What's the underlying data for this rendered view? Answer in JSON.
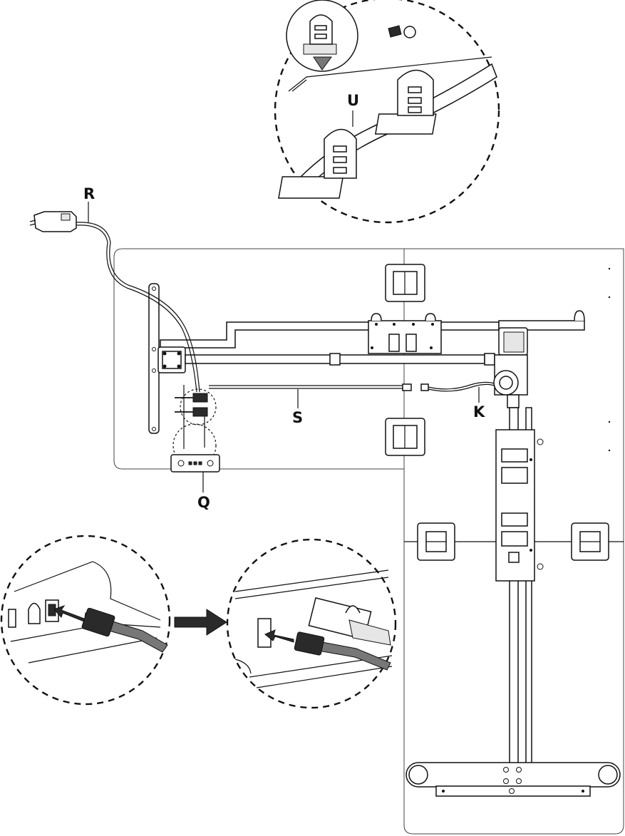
{
  "labels": {
    "u": "U",
    "r": "R",
    "s": "S",
    "k": "K",
    "q": "Q"
  }
}
